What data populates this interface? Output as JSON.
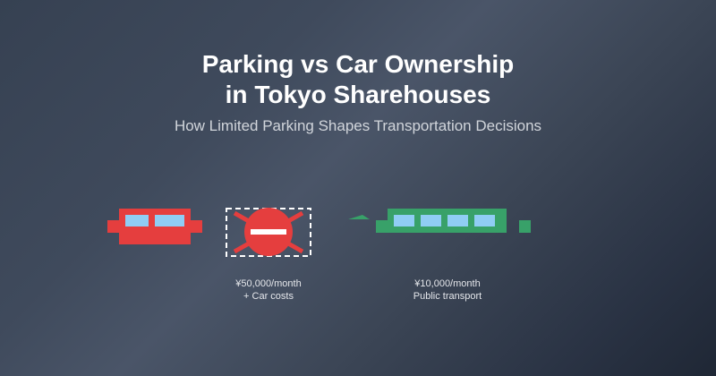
{
  "header": {
    "title_line1": "Parking vs Car Ownership",
    "title_line2": "in Tokyo Sharehouses",
    "subtitle": "How Limited Parking Shapes Transportation Decisions"
  },
  "car_option": {
    "icon": "car-icon",
    "color": "#e53e3e",
    "window_color": "#90cdf4"
  },
  "parking_option": {
    "icon": "no-parking-icon",
    "color": "#e53e3e",
    "cost": "¥50,000/month",
    "note": "+ Car costs"
  },
  "transit_option": {
    "icon": "train-icon",
    "color": "#38a169",
    "window_color": "#90cdf4",
    "cost": "¥10,000/month",
    "note": "Public transport"
  },
  "colors": {
    "title": "#ffffff",
    "subtitle": "#d1d5db",
    "red": "#e53e3e",
    "green": "#38a169",
    "window": "#90cdf4"
  }
}
